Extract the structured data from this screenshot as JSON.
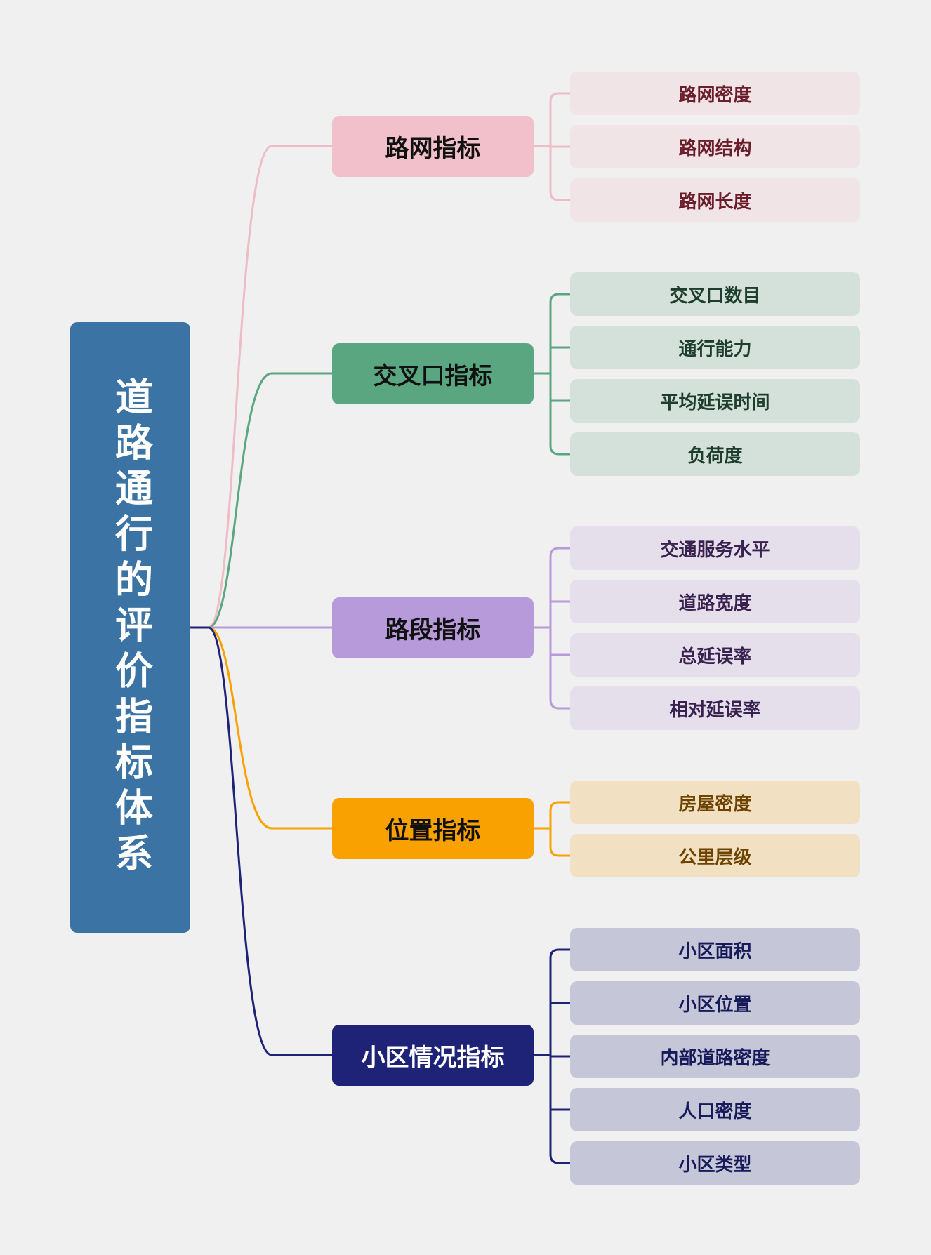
{
  "root": {
    "title": "道路通行的评价指标体系",
    "color": "#3b73a5",
    "text_color": "#ffffff"
  },
  "branches": [
    {
      "label": "路网指标",
      "color": "#f2c0ca",
      "text_color": "#111111",
      "leaf_bg": "#f0e4e7",
      "leaf_text": "#6b1d2a",
      "line_color": "#efbcc6",
      "children": [
        "路网密度",
        "路网结构",
        "路网长度"
      ]
    },
    {
      "label": "交叉口指标",
      "color": "#5aa681",
      "text_color": "#111111",
      "leaf_bg": "#d3e1da",
      "leaf_text": "#1f3d2c",
      "line_color": "#5aa681",
      "children": [
        "交叉口数目",
        "通行能力",
        "平均延误时间",
        "负荷度"
      ]
    },
    {
      "label": "路段指标",
      "color": "#b79ad9",
      "text_color": "#111111",
      "leaf_bg": "#e5deeb",
      "leaf_text": "#3a2250",
      "line_color": "#b79ad9",
      "children": [
        "交通服务水平",
        "道路宽度",
        "总延误率",
        "相对延误率"
      ]
    },
    {
      "label": "位置指标",
      "color": "#f9a100",
      "text_color": "#111111",
      "leaf_bg": "#f2e0c2",
      "leaf_text": "#6e4300",
      "line_color": "#f9a100",
      "children": [
        "房屋密度",
        "公里层级"
      ]
    },
    {
      "label": "小区情况指标",
      "color": "#1e2378",
      "text_color": "#ffffff",
      "leaf_bg": "#c5c6d8",
      "leaf_text": "#171b5a",
      "line_color": "#1e2378",
      "children": [
        "小区面积",
        "小区位置",
        "内部道路密度",
        "人口密度",
        "小区类型"
      ]
    }
  ]
}
